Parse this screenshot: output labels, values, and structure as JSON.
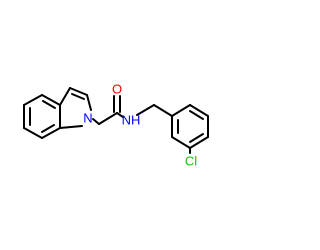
{
  "molecule": {
    "atoms": {
      "nitrogen_indole": {
        "symbol": "N",
        "color": "#0000ff"
      },
      "oxygen_carbonyl": {
        "symbol": "O",
        "color": "#ff0000"
      },
      "amide_nh": {
        "symbol": "NH",
        "color": "#0000ff"
      },
      "chlorine": {
        "symbol": "Cl",
        "color": "#00cc00"
      }
    }
  }
}
